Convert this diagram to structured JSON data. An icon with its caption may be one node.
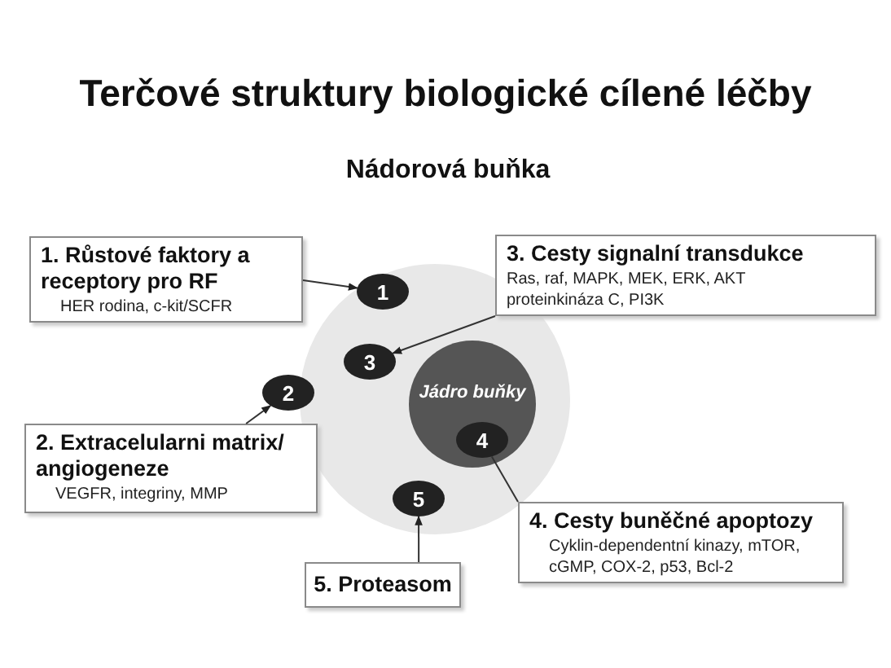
{
  "diagram": {
    "title": "Terčové struktury biologické cílené léčby",
    "nodes": [
      {
        "text": [
          "1. Růstové faktory  a receptory pro RF",
          "HER rodina, c-kit/SCFR"
        ]
      },
      {
        "text": [
          "3. Cesty signalní  transdukce",
          "Ras, raf, MAPK, MEK, ERK, AKT proteinkináza C, PI3K"
        ]
      },
      {
        "text": [
          "2. Extracelularni matrix/ angiogeneze",
          "VEGFR, integriny, MMP"
        ]
      },
      {
        "text": [],
        "shape": "circle"
      },
      {
        "text": [
          "Jádro buňky"
        ],
        "in": 3
      },
      {
        "text": [
          "1"
        ],
        "in": 3
      },
      {
        "text": [
          "3"
        ],
        "in": 3
      },
      {
        "text": [
          "2"
        ]
      },
      {
        "text": [
          "4"
        ],
        "in": 4
      },
      {
        "text": [
          "5"
        ],
        "in": 3
      },
      {
        "text": [
          "4. Cesty buněčné apoptozy",
          "Cyklin-dependentní  kinazy, mTOR, cGMP, COX-2, p53, Bcl-2"
        ]
      },
      {
        "text": [
          "5. Proteasom"
        ]
      }
    ],
    "edges": [
      {
        "from": 0,
        "to": 5,
        "arrow": "to"
      },
      {
        "from": 1,
        "to": 6,
        "arrow": "to"
      },
      {
        "from": 2,
        "to": 7,
        "arrow": "to"
      },
      {
        "from": 10,
        "to": 8,
        "arrow": "none"
      },
      {
        "from": 11,
        "to": 9,
        "arrow": "to"
      }
    ],
    "labels": [
      "Nádorová buňka"
    ]
  }
}
